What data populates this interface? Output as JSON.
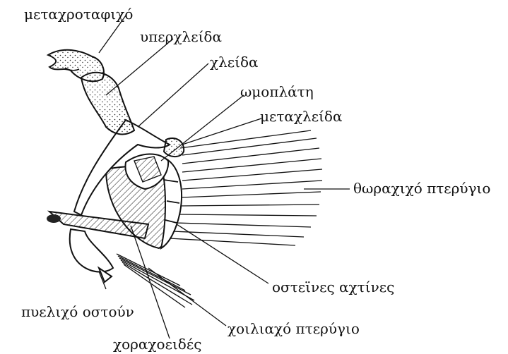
{
  "diagram": {
    "labels": {
      "metakrotafiko": "μεταχροταφιχό",
      "yperkleida": "υπερχλείδα",
      "kleida": "χλείδα",
      "omoplati": "ωμοπλάτη",
      "metakleida": "μεταχλείδα",
      "thorakiko": "θωραχιχό πτερύγιο",
      "osteines": "οστεϊνες αχτίνες",
      "pyeliko": "πυελιχό οστούν",
      "koiliako": "χοιλιαχό πτερύγιο",
      "korakoeides": "χοραχοειδές"
    }
  }
}
